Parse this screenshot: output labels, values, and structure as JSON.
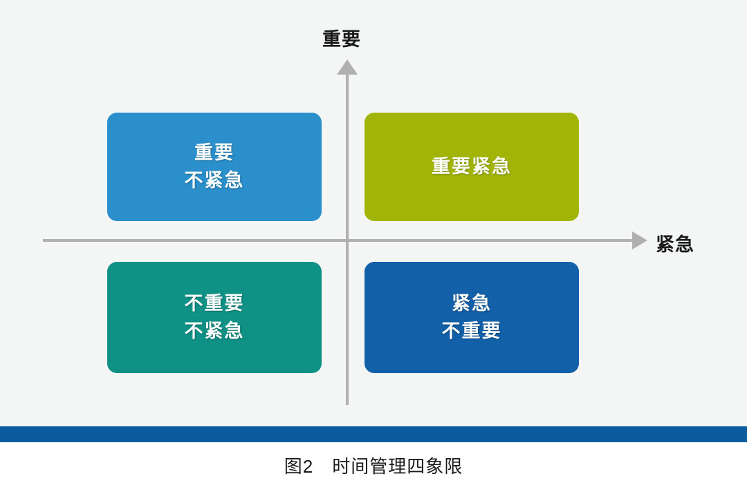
{
  "figure": {
    "caption": "图2　时间管理四象限",
    "background_color": "#f4f5f5",
    "page_color": "#ffffff",
    "rule_color": "#0a5ba0"
  },
  "axes": {
    "vertical_label": "重要",
    "horizontal_label": "紧急",
    "axis_color": "#b0b0b0",
    "vertical_arrow_icon": "arrow-up-icon",
    "horizontal_arrow_icon": "arrow-right-icon"
  },
  "quadrants": [
    {
      "id": "important-not-urgent",
      "position": "top-left",
      "lines": [
        "重要",
        "不紧急"
      ],
      "color": "#2b8fcb",
      "text_color": "#ffffff"
    },
    {
      "id": "important-urgent",
      "position": "top-right",
      "lines": [
        "重要紧急"
      ],
      "color": "#a2b506",
      "text_color": "#ffffff"
    },
    {
      "id": "not-important-not-urgent",
      "position": "bottom-left",
      "lines": [
        "不重要",
        "不紧急"
      ],
      "color": "#0f9186",
      "text_color": "#ffffff"
    },
    {
      "id": "urgent-not-important",
      "position": "bottom-right",
      "lines": [
        "紧急",
        "不重要"
      ],
      "color": "#1260a8",
      "text_color": "#ffffff"
    }
  ]
}
